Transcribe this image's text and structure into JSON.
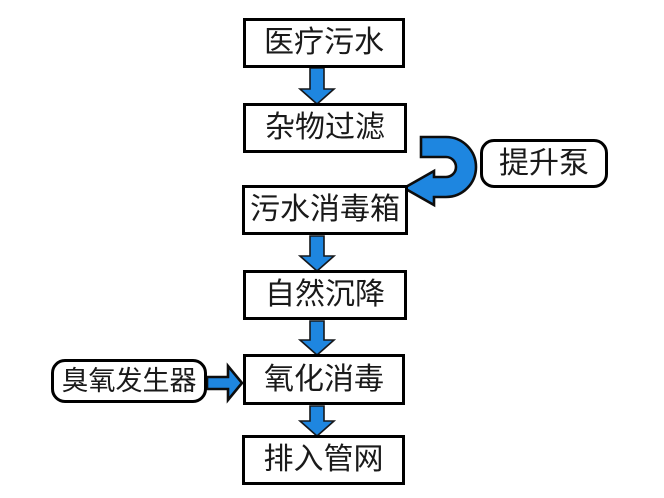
{
  "flowchart": {
    "main_steps": [
      {
        "label": "医疗污水"
      },
      {
        "label": "杂物过滤"
      },
      {
        "label": "污水消毒箱"
      },
      {
        "label": "自然沉降"
      },
      {
        "label": "氧化消毒"
      },
      {
        "label": "排入管网"
      }
    ],
    "side_nodes": {
      "pump": {
        "label": "提升泵"
      },
      "ozone": {
        "label": "臭氧发生器"
      }
    },
    "edges": [
      {
        "from": "医疗污水",
        "to": "杂物过滤",
        "type": "down-arrow"
      },
      {
        "from": "杂物过滤",
        "to": "污水消毒箱",
        "type": "u-turn-arrow",
        "via": "提升泵"
      },
      {
        "from": "污水消毒箱",
        "to": "自然沉降",
        "type": "down-arrow"
      },
      {
        "from": "自然沉降",
        "to": "氧化消毒",
        "type": "down-arrow"
      },
      {
        "from": "臭氧发生器",
        "to": "氧化消毒",
        "type": "right-arrow"
      },
      {
        "from": "氧化消毒",
        "to": "排入管网",
        "type": "down-arrow"
      }
    ],
    "colors": {
      "arrow_fill": "#1E86E0",
      "arrow_outline": "#0d0d0d",
      "box_border": "#000000",
      "text": "#1a1a1a",
      "background": "#ffffff"
    }
  }
}
